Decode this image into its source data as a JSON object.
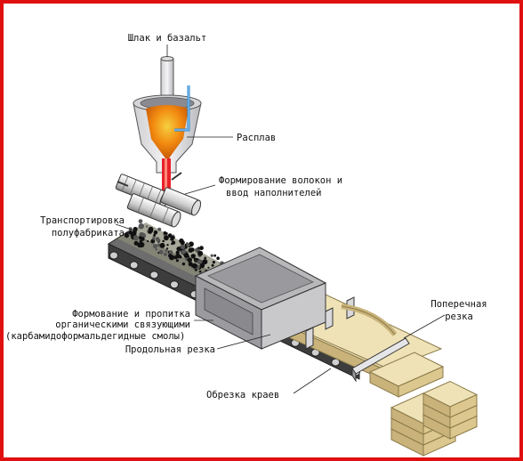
{
  "frame_color": "#e01010",
  "labels": {
    "slag": "Шлак и базальт",
    "melt": "Расплав",
    "fiber_line1": "Формирование волокон и",
    "fiber_line2": "ввод наполнителей",
    "transport_line1": "Транспортировка",
    "transport_line2": "полуфабриката",
    "forming_line1": "Формование и пропитка",
    "forming_line2": "органическими связующими",
    "forming_line3": "(карбамидоформальдегидные смолы)",
    "longitudinal": "Продольная резка",
    "cross_line1": "Поперечная",
    "cross_line2": "резка",
    "edges": "Обрезка краев"
  },
  "colors": {
    "melt": "#f28a10",
    "melt_core": "#f0c020",
    "fiber_red": "#e8202a",
    "pipe_blue": "#2a88d0",
    "conveyor": "#444444",
    "slab": "#e8d8a4",
    "chamber": "#a8a8aa"
  }
}
